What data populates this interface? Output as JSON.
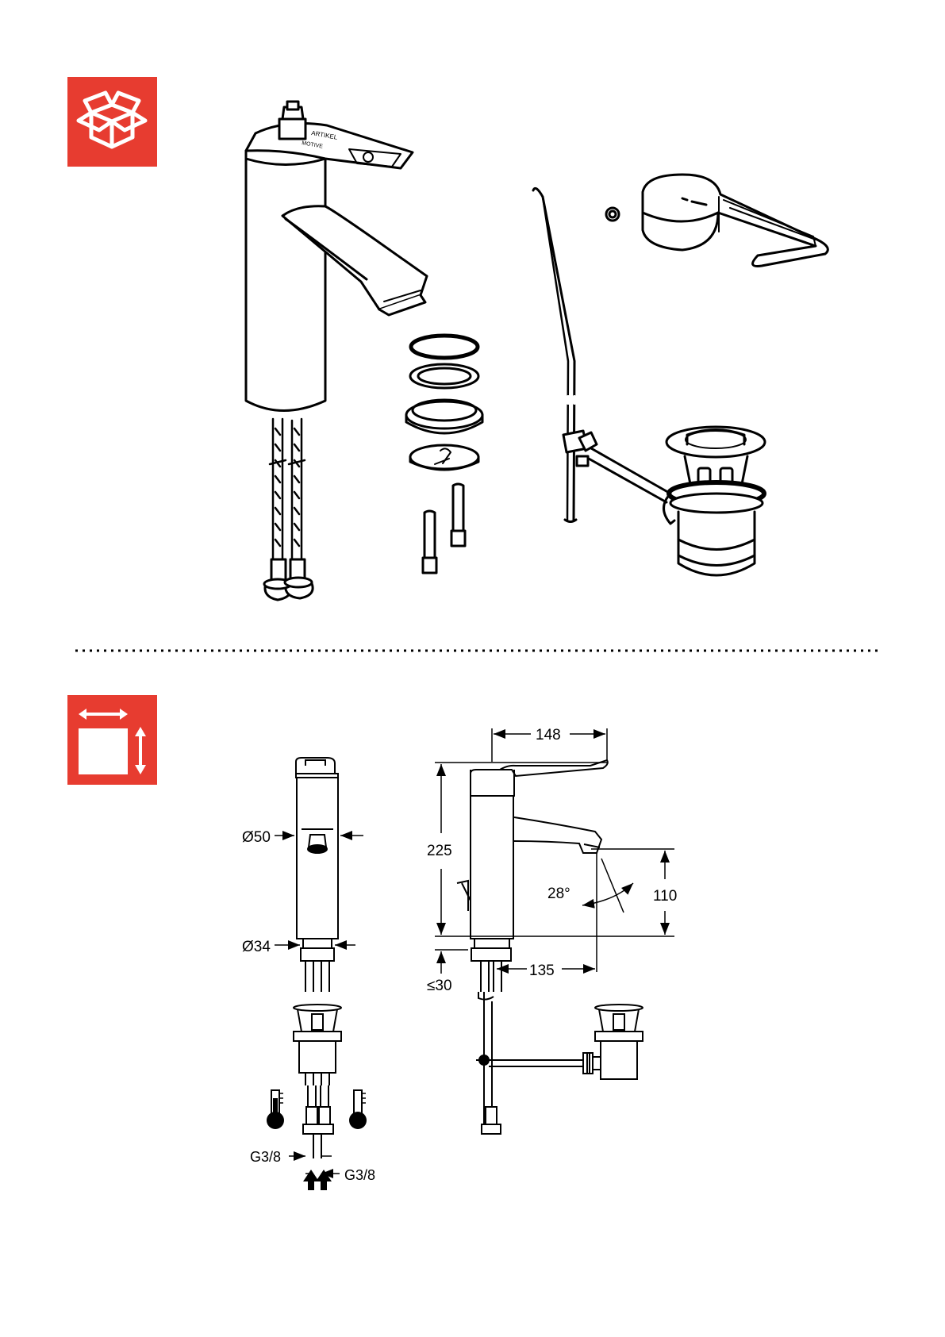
{
  "colors": {
    "icon_bg": "#e73c30",
    "icon_fg": "#ffffff",
    "line": "#000000"
  },
  "sections": {
    "scope_of_delivery": {
      "icon": "package-box-icon"
    },
    "dimensions": {
      "icon": "dimensions-icon"
    }
  },
  "dimensions": {
    "width_top": "148",
    "height_total": "225",
    "height_spout": "110",
    "spout_reach": "135",
    "angle": "28°",
    "deck_thickness": "≤30",
    "body_diameter": "Ø50",
    "base_diameter": "Ø34",
    "connection_left": "G3/8",
    "connection_right": "G3/8"
  }
}
